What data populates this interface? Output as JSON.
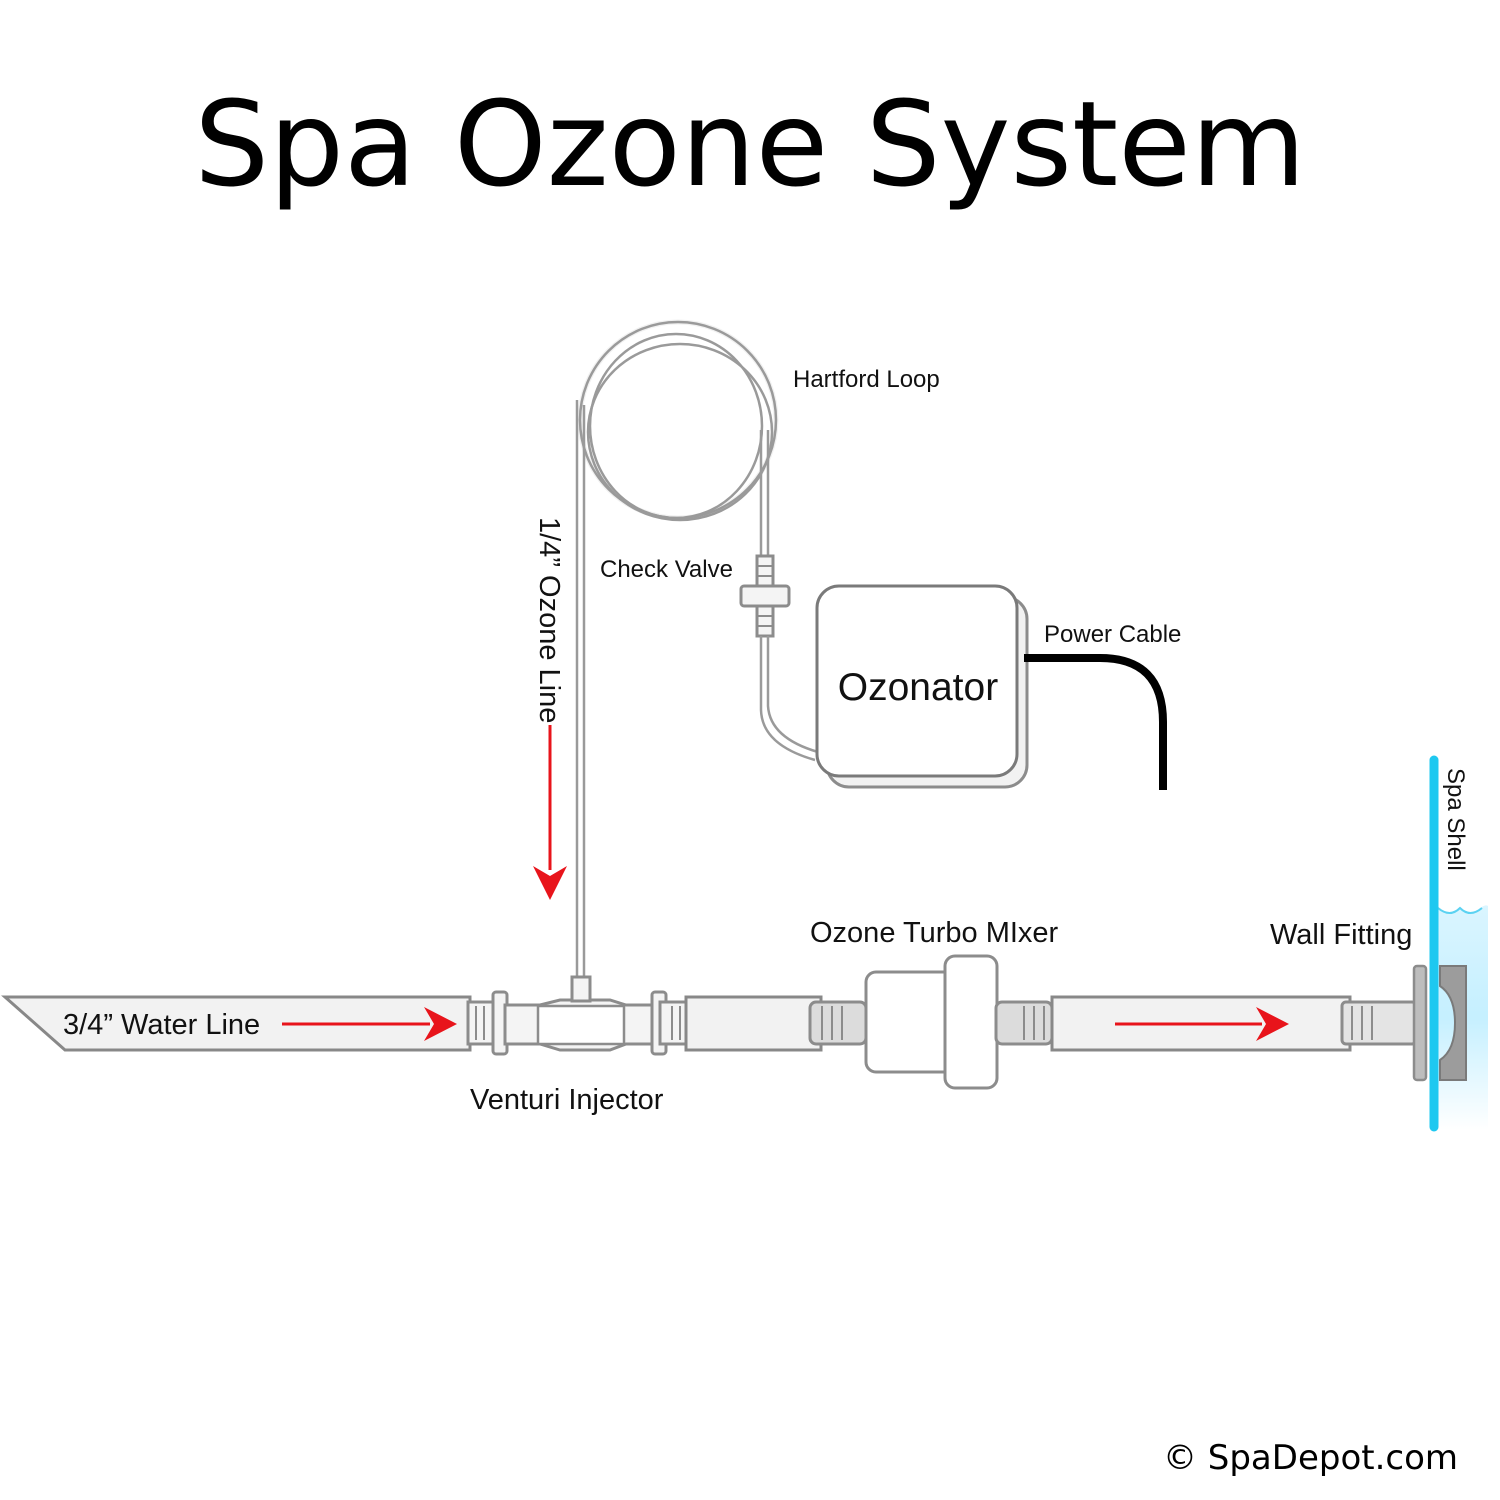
{
  "title": "Spa Ozone System",
  "labels": {
    "hartford_loop": "Hartford Loop",
    "check_valve": "Check Valve",
    "ozone_line": "1/4” Ozone Line",
    "power_cable": "Power Cable",
    "ozonator": "Ozonator",
    "spa_shell": "Spa Shell",
    "turbo_mixer": "Ozone Turbo MIxer",
    "wall_fitting": "Wall Fitting",
    "water_line": "3/4” Water Line",
    "venturi": "Venturi Injector"
  },
  "copyright": "© SpaDepot.com",
  "colors": {
    "flow_arrow": "#e8141b",
    "spa_shell": "#1ec8f0",
    "power_cable": "#000000",
    "pipe_outline": "#888888"
  }
}
